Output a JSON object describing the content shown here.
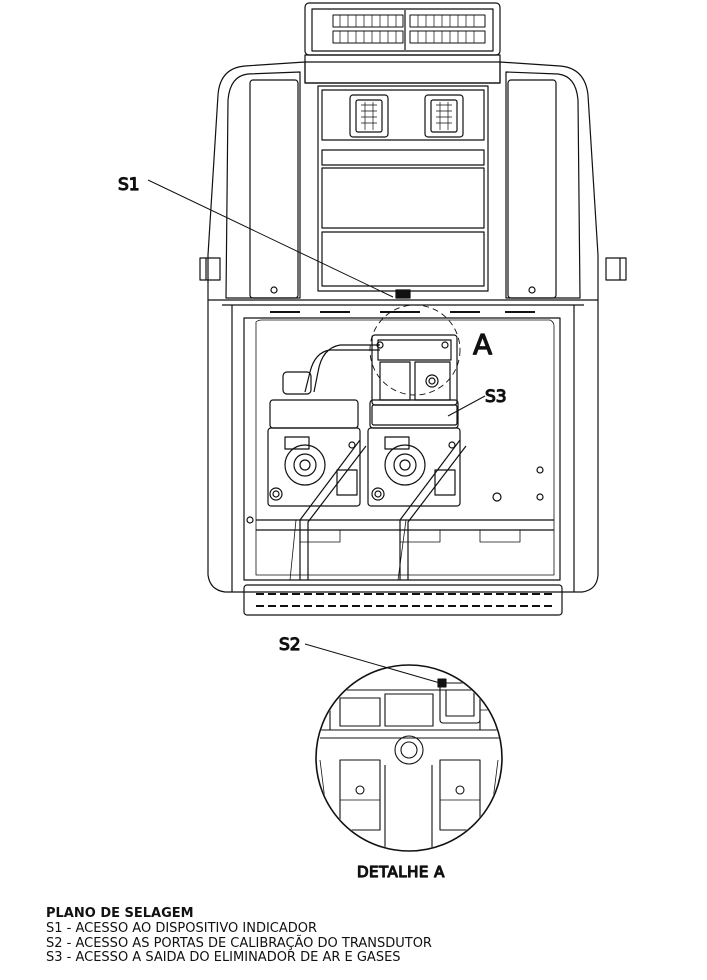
{
  "labels": {
    "s1": "S1",
    "s2": "S2",
    "s3": "S3",
    "a": "A",
    "detail_caption": "DETALHE A"
  },
  "legend": {
    "title": "PLANO DE SELAGEM",
    "items": [
      "S1 - ACESSO AO DISPOSITIVO INDICADOR",
      "S2 - ACESSO AS PORTAS DE CALIBRAÇÃO DO TRANSDUTOR",
      "S3 - ACESSO A SAIDA DO ELIMINADOR DE AR E GASES"
    ]
  }
}
